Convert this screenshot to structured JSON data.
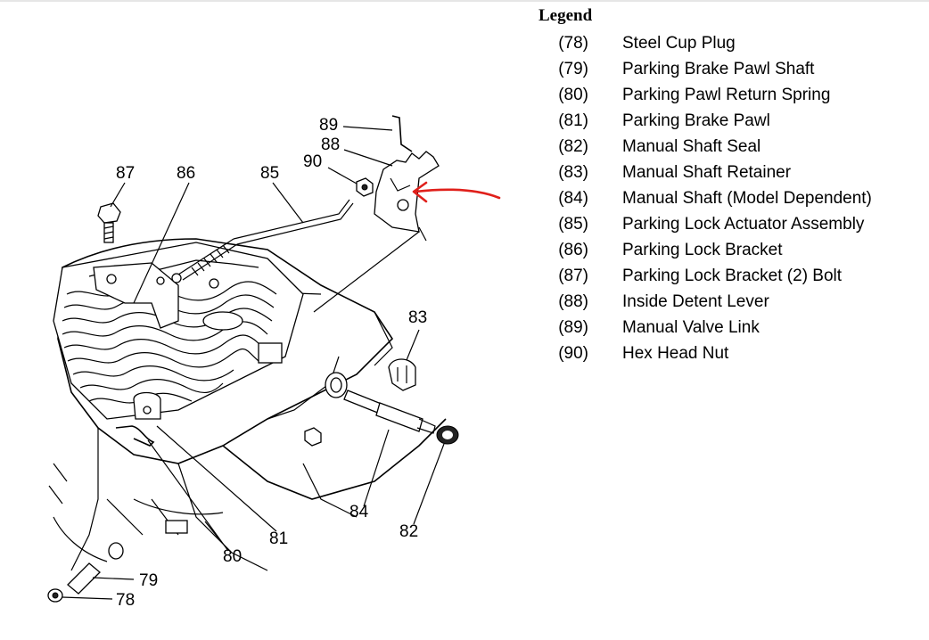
{
  "legend": {
    "title": "Legend",
    "items": [
      {
        "num": "(78)",
        "text": "Steel Cup Plug"
      },
      {
        "num": "(79)",
        "text": "Parking Brake Pawl Shaft"
      },
      {
        "num": "(80)",
        "text": "Parking Pawl Return Spring"
      },
      {
        "num": "(81)",
        "text": "Parking Brake Pawl"
      },
      {
        "num": "(82)",
        "text": "Manual Shaft Seal"
      },
      {
        "num": "(83)",
        "text": "Manual Shaft Retainer"
      },
      {
        "num": "(84)",
        "text": "Manual Shaft (Model Dependent)"
      },
      {
        "num": "(85)",
        "text": "Parking Lock Actuator Assembly"
      },
      {
        "num": "(86)",
        "text": "Parking Lock Bracket"
      },
      {
        "num": "(87)",
        "text": "Parking Lock Bracket (2) Bolt"
      },
      {
        "num": "(88)",
        "text": "Inside Detent Lever"
      },
      {
        "num": "(89)",
        "text": "Manual Valve Link"
      },
      {
        "num": "(90)",
        "text": "Hex Head Nut"
      }
    ]
  },
  "callouts": {
    "c78": "78",
    "c79": "79",
    "c80": "80",
    "c81": "81",
    "c82": "82",
    "c83": "83",
    "c84": "84",
    "c85": "85",
    "c86": "86",
    "c87": "87",
    "c88": "88",
    "c89": "89",
    "c90": "90"
  },
  "annotation": {
    "arrow_color": "#e0201b",
    "target": "inside-detent-lever"
  }
}
